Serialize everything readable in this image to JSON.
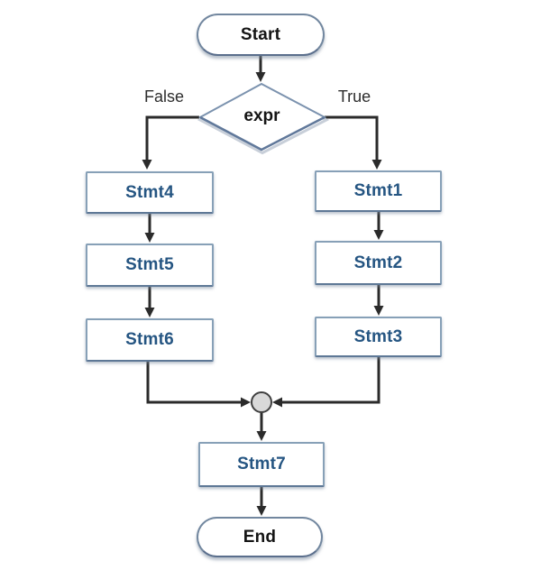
{
  "diagram": {
    "type": "flowchart",
    "background": "#FFFFFF",
    "nodes": {
      "start": {
        "label": "Start",
        "shape": "terminator"
      },
      "decision": {
        "label": "expr",
        "shape": "diamond"
      },
      "stmt1": {
        "label": "Stmt1",
        "shape": "process"
      },
      "stmt2": {
        "label": "Stmt2",
        "shape": "process"
      },
      "stmt3": {
        "label": "Stmt3",
        "shape": "process"
      },
      "stmt4": {
        "label": "Stmt4",
        "shape": "process"
      },
      "stmt5": {
        "label": "Stmt5",
        "shape": "process"
      },
      "stmt6": {
        "label": "Stmt6",
        "shape": "process"
      },
      "merge": {
        "label": "",
        "shape": "junction-circle"
      },
      "stmt7": {
        "label": "Stmt7",
        "shape": "process"
      },
      "end": {
        "label": "End",
        "shape": "terminator"
      }
    },
    "branch_labels": {
      "false": "False",
      "true": "True"
    },
    "edges": [
      {
        "from": "start",
        "to": "decision",
        "label": ""
      },
      {
        "from": "decision",
        "to": "stmt4",
        "label": "False"
      },
      {
        "from": "decision",
        "to": "stmt1",
        "label": "True"
      },
      {
        "from": "stmt4",
        "to": "stmt5",
        "label": ""
      },
      {
        "from": "stmt5",
        "to": "stmt6",
        "label": ""
      },
      {
        "from": "stmt1",
        "to": "stmt2",
        "label": ""
      },
      {
        "from": "stmt2",
        "to": "stmt3",
        "label": ""
      },
      {
        "from": "stmt6",
        "to": "merge",
        "label": ""
      },
      {
        "from": "stmt3",
        "to": "merge",
        "label": ""
      },
      {
        "from": "merge",
        "to": "stmt7",
        "label": ""
      },
      {
        "from": "stmt7",
        "to": "end",
        "label": ""
      }
    ],
    "colors": {
      "shape_border": "#87A0B7",
      "shape_border_shadow": "#5E7896",
      "terminator_border": "#72879F",
      "statement_text": "#255582",
      "terminal_text": "#141414",
      "connector": "#2B2B2B",
      "merge_circle_fill": "#D9D9D9",
      "merge_circle_border": "#3F3F3F"
    }
  }
}
